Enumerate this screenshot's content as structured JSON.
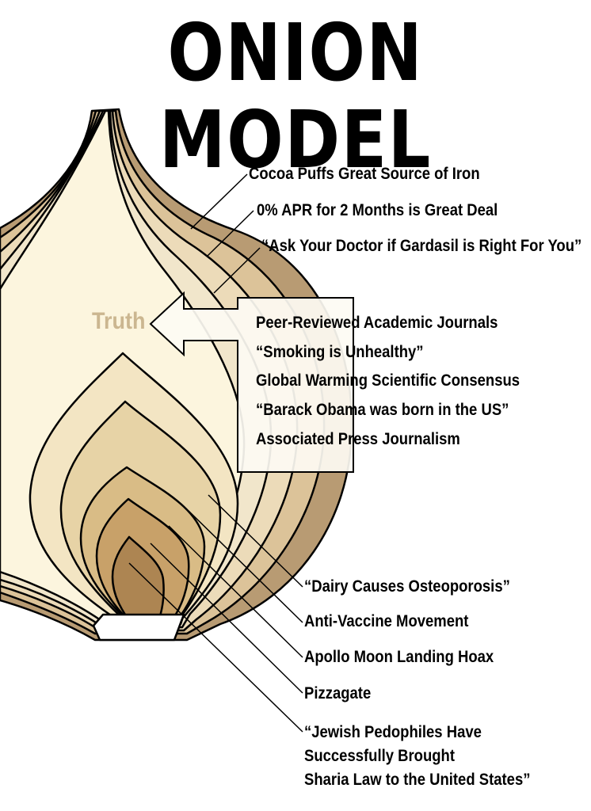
{
  "title": "ONION MODEL",
  "truth_label": "Truth",
  "top_labels": [
    "Cocoa Puffs Great Source of Iron",
    "0% APR for 2 Months is Great Deal",
    "“Ask Your Doctor if Gardasil is Right For You”"
  ],
  "truth_items": [
    "Peer-Reviewed Academic Journals",
    "“Smoking is Unhealthy”",
    "Global Warming Scientific Consensus",
    "“Barack Obama was born in the US”",
    "Associated Press Journalism"
  ],
  "bottom_labels": [
    "“Dairy Causes Osteoporosis”",
    "Anti-Vaccine Movement",
    "Apollo Moon Landing Hoax",
    "Pizzagate"
  ],
  "bottom_last_lines": [
    "“Jewish Pedophiles Have",
    "Successfully Brought",
    "Sharia Law to the United States”"
  ],
  "colors": {
    "outer": "#b89b73",
    "layer2": "#dcc399",
    "layer3": "#ecdbb9",
    "layer4": "#f1e6cb",
    "core_light": "#fcf5de",
    "inner1": "#f3e5c3",
    "inner2": "#e7d3a6",
    "inner3": "#d9bc86",
    "inner4": "#c8a169",
    "inner5": "#ad8552",
    "truth_text": "#cbb690",
    "stroke": "#000000"
  }
}
